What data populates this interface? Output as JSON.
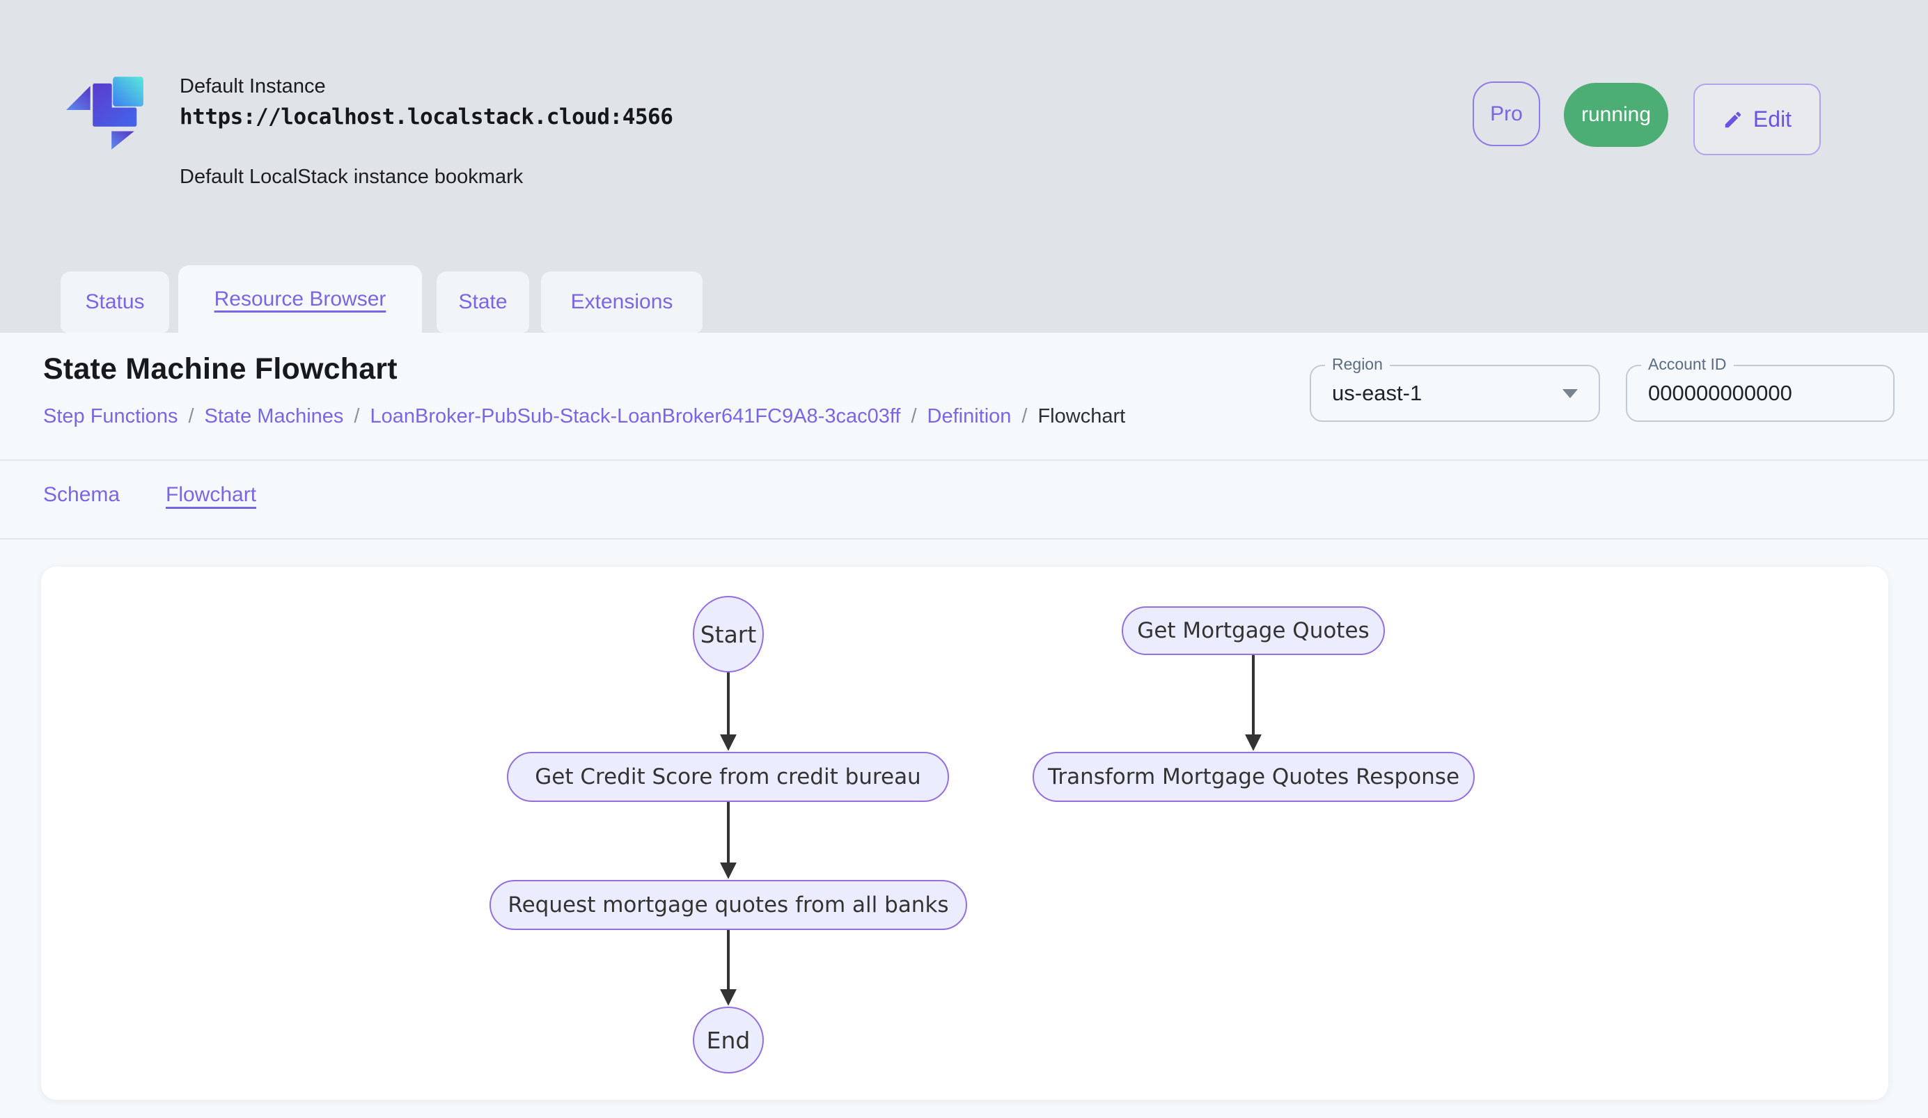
{
  "header": {
    "instance_name": "Default Instance",
    "instance_url": "https://localhost.localstack.cloud:4566",
    "instance_description": "Default LocalStack instance bookmark",
    "pro_badge": "Pro",
    "status_badge": "running",
    "edit_button": "Edit"
  },
  "tabs": [
    {
      "label": "Status",
      "active": false
    },
    {
      "label": "Resource Browser",
      "active": true
    },
    {
      "label": "State",
      "active": false
    },
    {
      "label": "Extensions",
      "active": false
    }
  ],
  "content": {
    "title": "State Machine Flowchart",
    "breadcrumb": {
      "separator": "/",
      "items": [
        {
          "label": "Step Functions",
          "link": true
        },
        {
          "label": "State Machines",
          "link": true
        },
        {
          "label": "LoanBroker-PubSub-Stack-LoanBroker641FC9A8-3cac03ff",
          "link": true
        },
        {
          "label": "Definition",
          "link": true
        },
        {
          "label": "Flowchart",
          "link": false
        }
      ]
    },
    "region_field": {
      "label": "Region",
      "value": "us-east-1"
    },
    "account_field": {
      "label": "Account ID",
      "value": "000000000000"
    },
    "subtabs": [
      {
        "label": "Schema",
        "active": false
      },
      {
        "label": "Flowchart",
        "active": true
      }
    ]
  },
  "flowchart": {
    "nodes": {
      "start": "Start",
      "get_credit_score": "Get Credit Score from credit bureau",
      "request_quotes": "Request mortgage quotes from all banks",
      "end": "End",
      "get_mortgage_quotes": "Get Mortgage Quotes",
      "transform_response": "Transform Mortgage Quotes Response"
    },
    "edges": [
      {
        "from": "start",
        "to": "get_credit_score"
      },
      {
        "from": "get_credit_score",
        "to": "request_quotes"
      },
      {
        "from": "request_quotes",
        "to": "end"
      },
      {
        "from": "get_mortgage_quotes",
        "to": "transform_response"
      }
    ]
  },
  "colors": {
    "accent_purple": "#7a66e3",
    "running_green": "#4cae75",
    "node_fill": "#ECECFF",
    "node_border": "#9370DB",
    "arrow": "#333333",
    "header_background": "#e0e3e8",
    "panel_background": "#f6f9fc"
  }
}
